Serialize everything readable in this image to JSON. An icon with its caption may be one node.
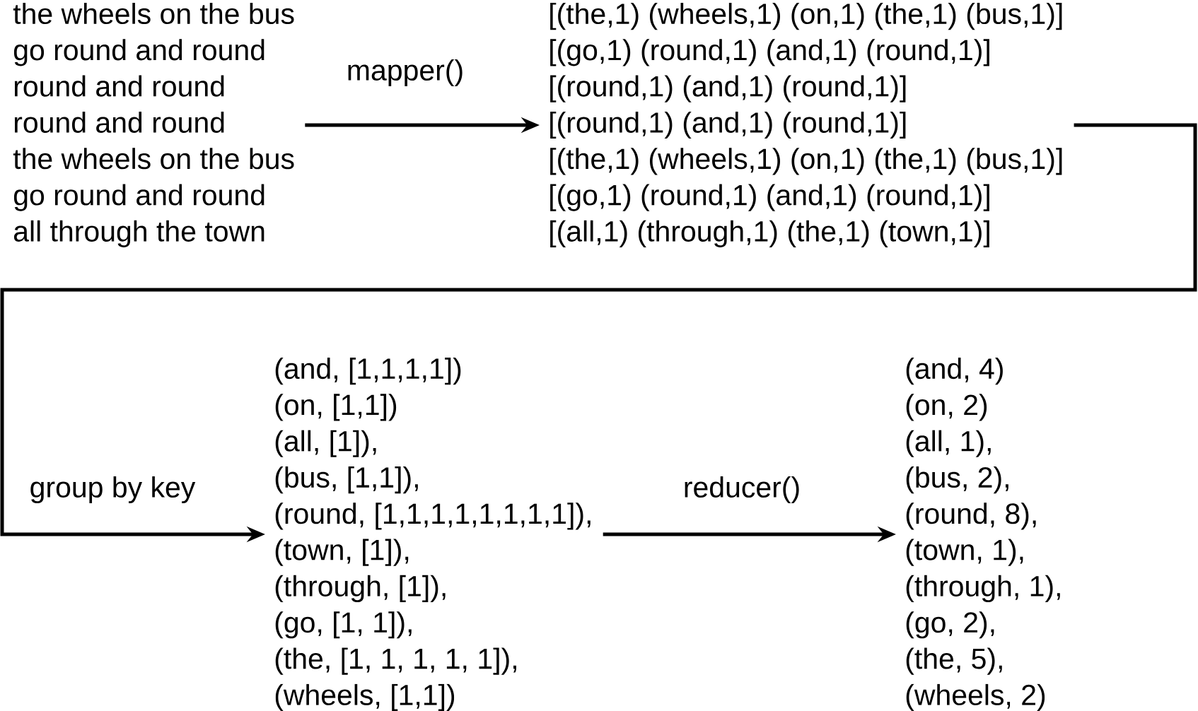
{
  "diagram": {
    "nodes": [
      {
        "text": [
          "the wheels on the bus",
          "go round and round",
          "round and round",
          "round and round",
          "the wheels on the bus",
          "go round and round",
          "all through the town"
        ]
      },
      {
        "text": [
          "[(the,1) (wheels,1) (on,1) (the,1) (bus,1)]",
          "[(go,1) (round,1) (and,1) (round,1)]",
          "[(round,1) (and,1) (round,1)]",
          "[(round,1) (and,1) (round,1)]",
          "[(the,1) (wheels,1) (on,1) (the,1) (bus,1)]",
          "[(go,1) (round,1) (and,1) (round,1)]",
          "[(all,1) (through,1) (the,1) (town,1)]"
        ]
      },
      {
        "text": [
          "(and, [1,1,1,1])",
          "(on, [1,1])",
          "(all, [1]),",
          "(bus, [1,1]),",
          "(round, [1,1,1,1,1,1,1,1]),",
          "(town, [1]),",
          "(through, [1]),",
          "(go, [1, 1]),",
          "(the, [1, 1, 1, 1, 1]),",
          "(wheels, [1,1])"
        ]
      },
      {
        "text": [
          "(and, 4)",
          "(on, 2)",
          "(all, 1),",
          "(bus, 2),",
          "(round, 8),",
          "(town, 1),",
          "(through, 1),",
          "(go, 2),",
          "(the, 5),",
          "(wheels, 2)"
        ]
      }
    ],
    "edges": [
      {
        "from": 0,
        "to": 1,
        "arrow": "to",
        "label": "mapper()"
      },
      {
        "from": 1,
        "to": 2,
        "arrow": "to",
        "label": "group by key"
      },
      {
        "from": 2,
        "to": 3,
        "arrow": "to",
        "label": "reducer()"
      }
    ]
  }
}
